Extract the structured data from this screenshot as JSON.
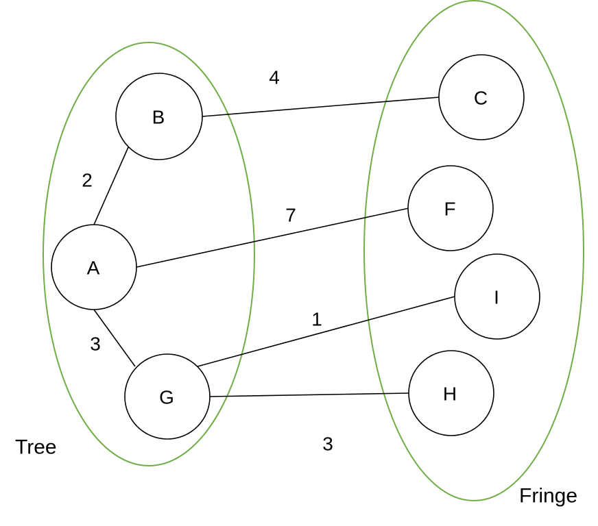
{
  "colors": {
    "group_outline": "#70ad47",
    "stroke": "#000000",
    "background": "#ffffff"
  },
  "groups": {
    "tree": {
      "label": "Tree"
    },
    "fringe": {
      "label": "Fringe"
    }
  },
  "nodes": [
    {
      "id": "B",
      "label": "B"
    },
    {
      "id": "A",
      "label": "A"
    },
    {
      "id": "G",
      "label": "G"
    },
    {
      "id": "C",
      "label": "C"
    },
    {
      "id": "F",
      "label": "F"
    },
    {
      "id": "I",
      "label": "I"
    },
    {
      "id": "H",
      "label": "H"
    }
  ],
  "edges": [
    {
      "from": "A",
      "to": "B",
      "weight": "2"
    },
    {
      "from": "A",
      "to": "G",
      "weight": "3"
    },
    {
      "from": "B",
      "to": "C",
      "weight": "4"
    },
    {
      "from": "A",
      "to": "F",
      "weight": "7"
    },
    {
      "from": "G",
      "to": "I",
      "weight": "1"
    },
    {
      "from": "G",
      "to": "H",
      "weight": "3"
    }
  ]
}
